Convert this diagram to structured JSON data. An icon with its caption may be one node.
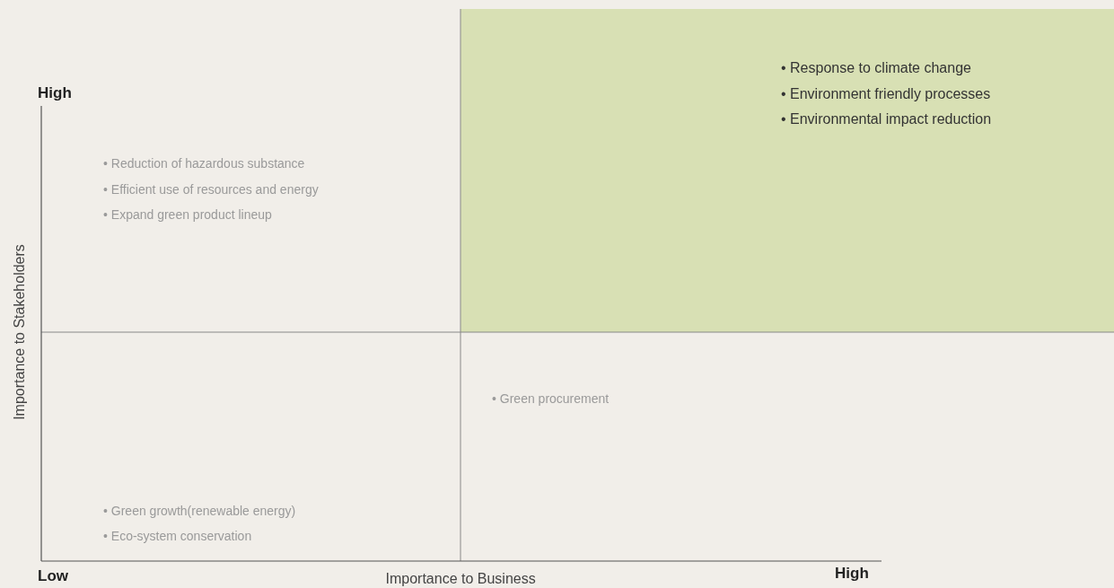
{
  "diagram": {
    "nodes": [
      {
        "text": [
          "• Response to climate change",
          "• Environment friendly processes",
          "• Environmental impact reduction"
        ]
      }
    ],
    "labels": [
      "High",
      "• Reduction of hazardous substance",
      "• Efficient use of resources and energy",
      "• Expand green product lineup",
      "Importance to Stakeholders",
      "• Green procurement",
      "• Green growth(renewable energy)",
      "• Eco-system conservation",
      "Low",
      "Importance to Business",
      "High"
    ]
  }
}
